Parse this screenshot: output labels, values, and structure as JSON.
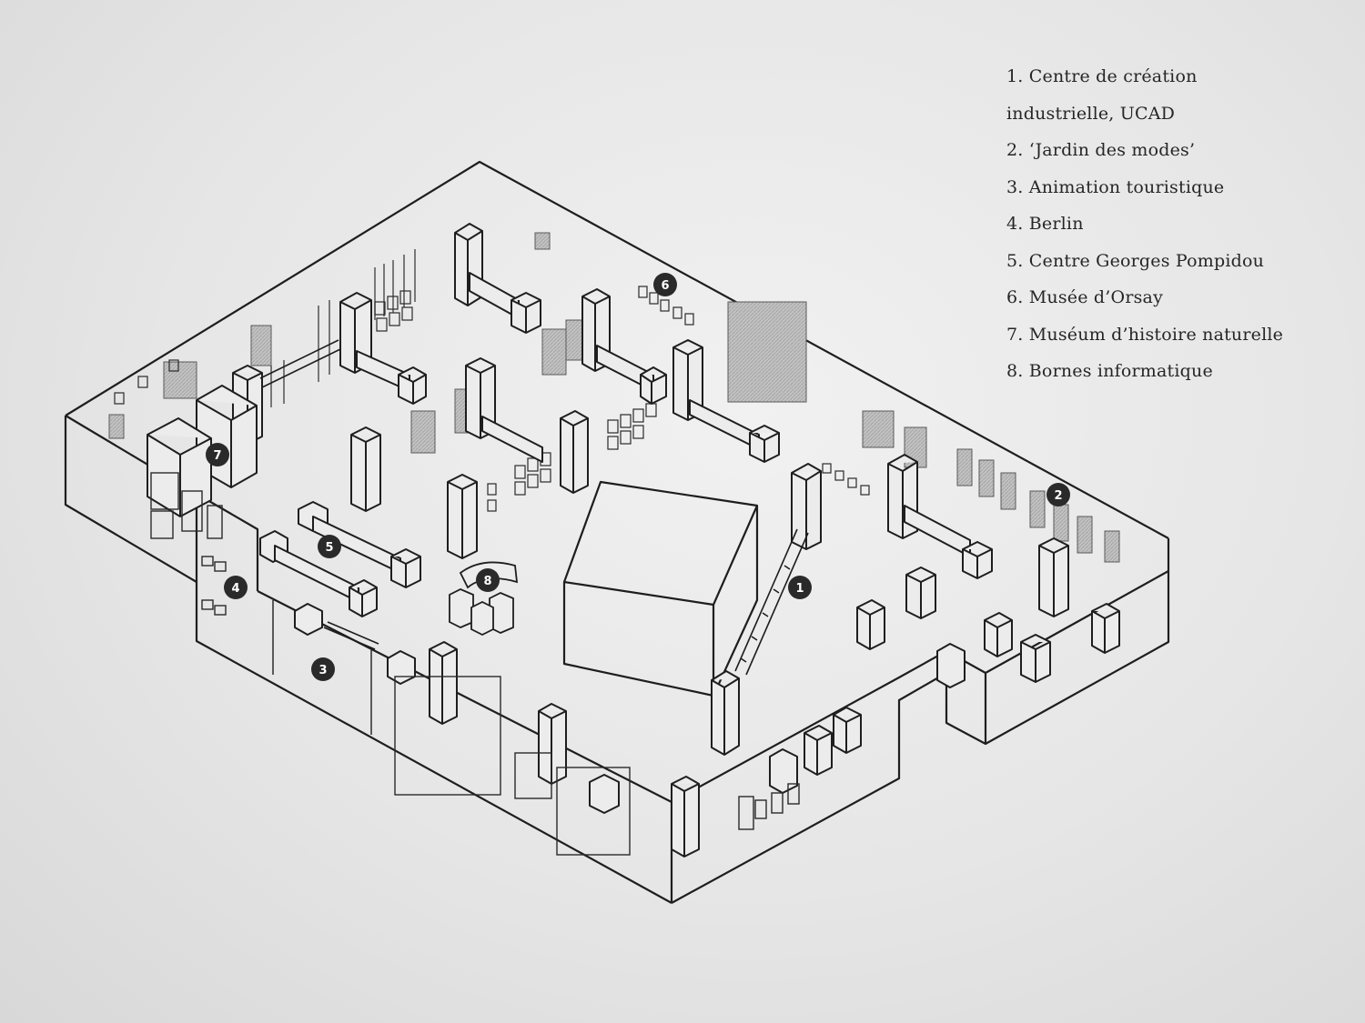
{
  "legend": [
    "1. Centre de création",
    "industrielle, UCAD",
    "2. ‘Jardin des modes’",
    "3. Animation touristique",
    "4. Berlin",
    "5. Centre Georges Pompidou",
    "6. Musée d’Orsay",
    "7. Muséum d’histoire naturelle",
    "8. Bornes informatique"
  ],
  "markers": [
    "1",
    "2",
    "3",
    "4",
    "5",
    "6",
    "7",
    "8"
  ],
  "colors": {
    "ink": "#1e1e1e",
    "hatch": "#b9b9b9",
    "paper": "#ebebeb",
    "marker": "#2a2a2a"
  }
}
